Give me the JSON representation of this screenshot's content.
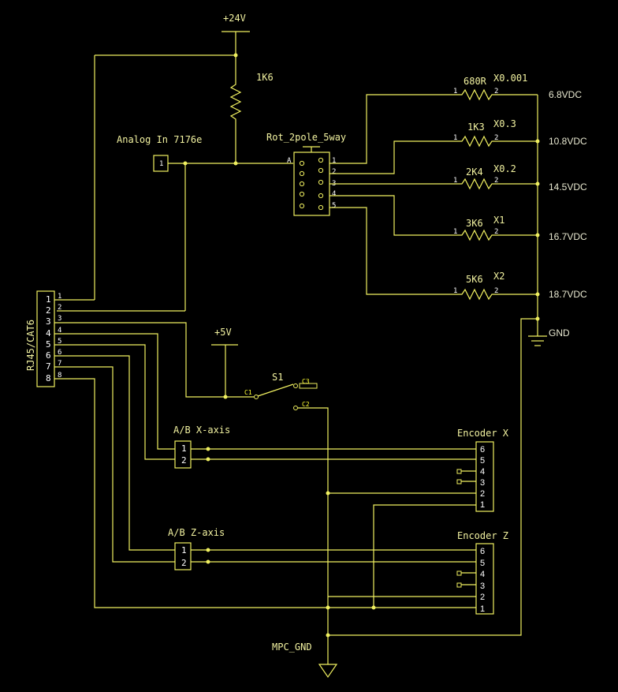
{
  "supplies": {
    "v24": "+24V",
    "v5": "+5V"
  },
  "pullup": {
    "value": "1K6"
  },
  "analog": {
    "label": "Analog In 7176e",
    "pin": "1"
  },
  "switch_rot": {
    "label": "Rot_2pole_5way",
    "common": "A",
    "pins": [
      "1",
      "2",
      "3",
      "4",
      "5"
    ]
  },
  "resistors": [
    {
      "value": "680R",
      "mult": "X0.001",
      "voltage": "6.8VDC"
    },
    {
      "value": "1K3",
      "mult": "X0.3",
      "voltage": "10.8VDC"
    },
    {
      "value": "2K4",
      "mult": "X0.2",
      "voltage": "14.5VDC"
    },
    {
      "value": "3K6",
      "mult": "X1",
      "voltage": "16.7VDC"
    },
    {
      "value": "5K6",
      "mult": "X2",
      "voltage": "18.7VDC"
    }
  ],
  "res_pins": {
    "left": "1",
    "right": "2"
  },
  "gnd": {
    "label": "GND"
  },
  "rj45": {
    "label": "RJ45/CAT6",
    "pins": [
      "1",
      "2",
      "3",
      "4",
      "5",
      "6",
      "7",
      "8"
    ]
  },
  "s1": {
    "label": "S1",
    "c1": "C1",
    "c2": "C2",
    "c3": "C3"
  },
  "ab_x": {
    "label": "A/B X-axis",
    "pins": [
      "1",
      "2"
    ]
  },
  "ab_z": {
    "label": "A/B Z-axis",
    "pins": [
      "1",
      "2"
    ]
  },
  "enc_x": {
    "label": "Encoder X",
    "pins": [
      "6",
      "5",
      "4",
      "3",
      "2",
      "1"
    ]
  },
  "enc_z": {
    "label": "Encoder Z",
    "pins": [
      "6",
      "5",
      "4",
      "3",
      "2",
      "1"
    ]
  },
  "mpc_gnd": {
    "label": "MPC_GND"
  },
  "colors": {
    "background": "#000000",
    "wire": "#f0f060",
    "text": "#f2f2a0"
  }
}
